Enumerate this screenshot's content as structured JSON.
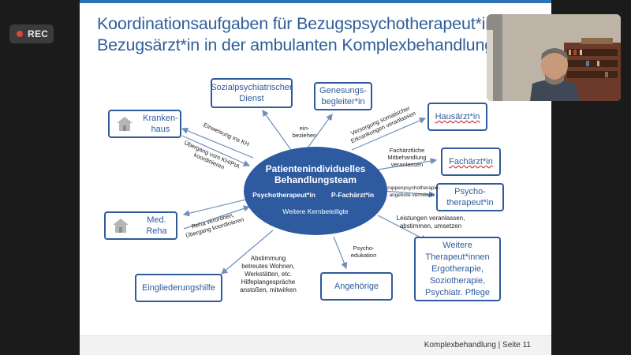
{
  "recorder": {
    "label": "REC"
  },
  "slide": {
    "title_line1": "Koordinationsaufgaben für Bezugspsychotherapeut*in -",
    "title_line2": "Bezugsärzt*in in der ambulanten Komplexbehandlung",
    "footer": "Komplexbehandlung | Seite 11",
    "center": {
      "title": "Patientenindividuelles\nBehandlungsteam",
      "role_left": "Psychotherapeut*in",
      "role_right": "P-Fachärzt*in",
      "subtitle": "Weitere Kernbeteiligte"
    },
    "boxes": {
      "sozial": "Sozialpsychiatrischer\nDienst",
      "genesung": "Genesungs-\nbegleiter*in",
      "kranken": "Kranken-\nhaus",
      "hausarzt": "Hausärzt*in",
      "facharzt": "Fachärzt*in",
      "psycho": "Psycho-\ntherapeut*in",
      "reha": "Med.\nReha",
      "weitere": "Weitere\nTherapeut*innen\nErgotherapie,\nSoziotherapie,\nPsychiatr. Pflege",
      "eingl": "Eingliederungshilfe",
      "angeh": "Angehörige"
    },
    "notes": {
      "einbeziehen": "ein-\nbeziehen",
      "einweisung": "Einweisung ins KH",
      "uebergang": "Übergang vom KH/PIA\nkoordinieren",
      "versorgung": "Versorgung somatischer\nErkrankungen veranlassen",
      "fachaerztliche": "Fachärztliche\nMitbehandlung\nveranlassen",
      "gruppen": "Gruppenpsychotherapie-\nangebote vermitteln",
      "leistungen": "Leistungen veranlassen,\nabstimmen, umsetzen",
      "reha_note": "Reha verordnen,\nÜbergang koordinieren",
      "abstimmung": "Abstimmung\nbetreutes Wohnen,\nWerkstätten, etc.\nHilfeplangespräche\nanstoßen, mitwirken",
      "psychoedu": "Psycho-\nedukation"
    }
  },
  "icons": {
    "house": "house-icon",
    "record": "record-dot-icon"
  },
  "colors": {
    "accent": "#2e5aa0",
    "box_border": "#2f5b9a",
    "title": "#2e5f9a"
  }
}
